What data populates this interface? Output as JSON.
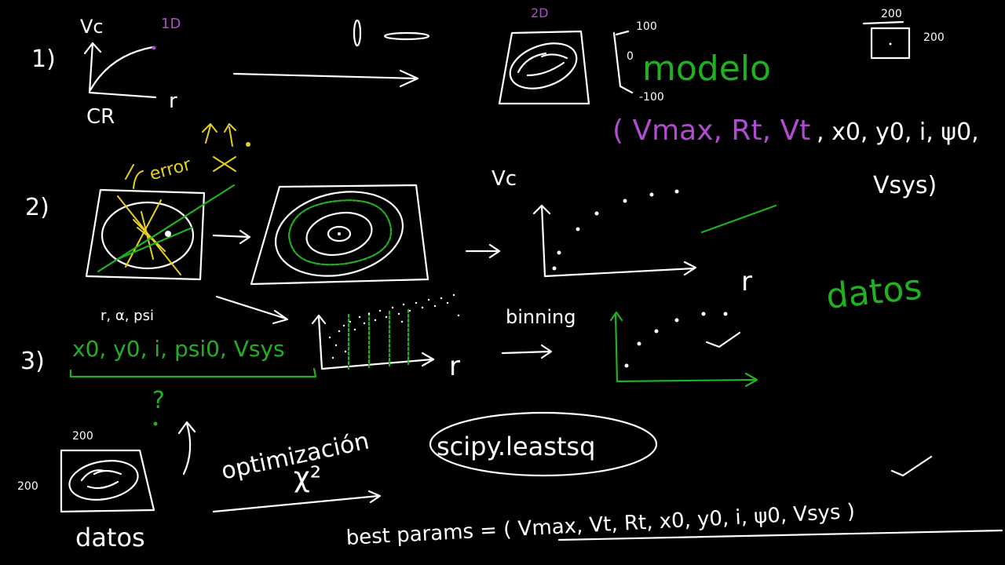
{
  "colors": {
    "background": "#000000",
    "chalk": "#ffffff",
    "green": "#22b022",
    "purple": "#b04ccf",
    "yellow": "#e8d020"
  },
  "row1": {
    "step": "1)",
    "label_1d": "1D",
    "axis_y": "Vc",
    "axis_x": "r",
    "curve_label": "CR",
    "label_2d": "2D",
    "tick_top": "100",
    "tick_mid": "0",
    "tick_bottom": "-100",
    "modelo": "modelo",
    "box_top": "200",
    "box_side": "200",
    "params_purple": "( Vmax, Rt, Vt",
    "params_white": ", x0, y0, i, ψ0,",
    "params_cont": "Vsys)"
  },
  "row2": {
    "step": "2)",
    "error_label": "error",
    "axis_y": "Vc",
    "axis_x": "r",
    "caption": "r, α, psi",
    "datos": "datos"
  },
  "row3": {
    "step": "3)",
    "params": "x0, y0, i, psi0, Vsys",
    "axis_x": "r",
    "binning": "binning",
    "question": "?"
  },
  "row4": {
    "box_top": "200",
    "box_side": "200",
    "datos": "datos",
    "optim": "optimización",
    "chi": "χ²",
    "scipy": "scipy.leastsq",
    "best": "best params = ( Vmax, Vt, Rt,  x0, y0, i, ψ0, Vsys )"
  }
}
